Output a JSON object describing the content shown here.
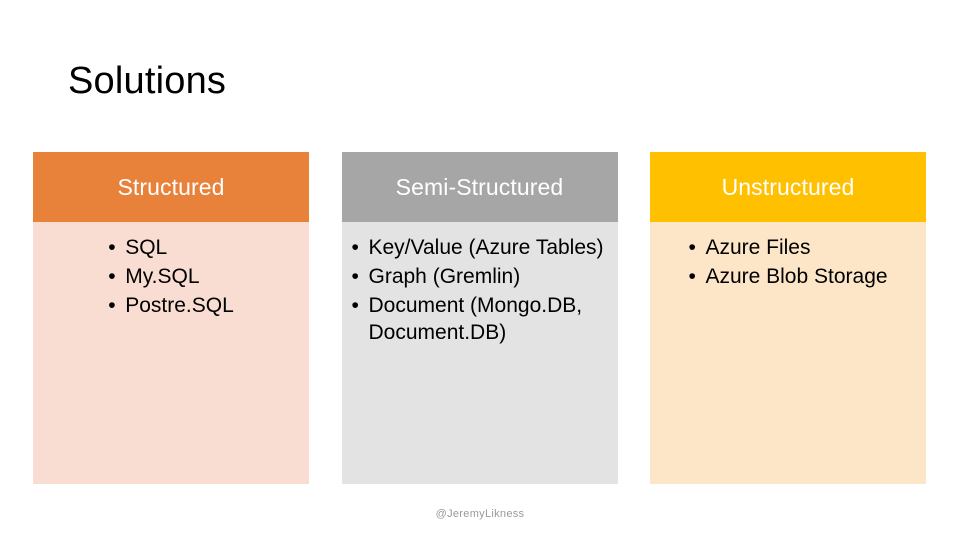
{
  "slide": {
    "title": "Solutions",
    "footer": "@JeremyLikness"
  },
  "colors": {
    "structured_header": "#E8813A",
    "structured_body": "#F9DCD2",
    "semi_header": "#A6A6A6",
    "semi_body": "#E3E3E3",
    "unstructured_header": "#FFC000",
    "unstructured_body": "#FDE6C8",
    "header_text": "#FFFFFF",
    "body_text": "#000000",
    "footer_text": "#9A9A9A"
  },
  "columns": [
    {
      "header": "Structured",
      "items": [
        "SQL",
        "My.SQL",
        "Postre.SQL"
      ]
    },
    {
      "header": "Semi-Structured",
      "items": [
        "Key/Value (Azure Tables)",
        "Graph (Gremlin)",
        "Document (Mongo.DB, Document.DB)"
      ]
    },
    {
      "header": "Unstructured",
      "items": [
        "Azure Files",
        "Azure Blob Storage"
      ]
    }
  ],
  "bullet_glyph": "•"
}
